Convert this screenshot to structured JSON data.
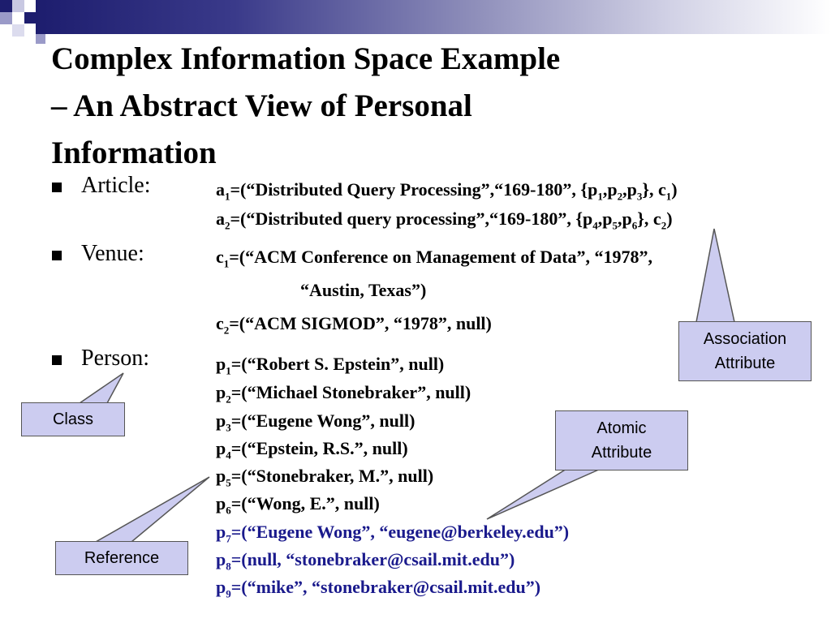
{
  "title": {
    "line1": "Complex Information Space Example",
    "line2": "– An Abstract View of  Personal",
    "line3": "Information"
  },
  "sections": {
    "article": {
      "label": "Article:"
    },
    "venue": {
      "label": "Venue:"
    },
    "person": {
      "label": "Person:"
    }
  },
  "article": {
    "a1": {
      "var": "a",
      "sub": "1",
      "pre": "=(“Distributed Query Processing”,“169-180”, {p",
      "s1": "1",
      "c1": ",p",
      "s2": "2",
      "c2": ",p",
      "s3": "3",
      "c3": "}, c",
      "s4": "1",
      "end": ")"
    },
    "a2": {
      "var": "a",
      "sub": "2",
      "pre": "=(“Distributed query processing”,“169-180”, {p",
      "s1": "4",
      "c1": ",p",
      "s2": "5",
      "c2": ",p",
      "s3": "6",
      "c3": "}, c",
      "s4": "2",
      "end": ")"
    }
  },
  "venue": {
    "c1": {
      "var": "c",
      "sub": "1",
      "text": "=(“ACM Conference on Management of  Data”,  “1978”,",
      "cont": "“Austin, Texas”)"
    },
    "c2": {
      "var": "c",
      "sub": "2",
      "text": "=(“ACM SIGMOD”, “1978”, null)"
    }
  },
  "persons": [
    {
      "var": "p",
      "sub": "1",
      "text": "=(“Robert S. Epstein”, null)"
    },
    {
      "var": "p",
      "sub": "2",
      "text": "=(“Michael Stonebraker”, null)"
    },
    {
      "var": "p",
      "sub": "3",
      "text": "=(“Eugene Wong”, null)"
    },
    {
      "var": "p",
      "sub": "4",
      "text": "=(“Epstein, R.S.”, null)"
    },
    {
      "var": "p",
      "sub": "5",
      "text": "=(“Stonebraker, M.”, null)"
    },
    {
      "var": "p",
      "sub": "6",
      "text": "=(“Wong, E.”, null)"
    },
    {
      "var": "p",
      "sub": "7",
      "text": "=(“Eugene Wong”, “eugene@berkeley.edu”)"
    },
    {
      "var": "p",
      "sub": "8",
      "text": "=(null, “stonebraker@csail.mit.edu”)"
    },
    {
      "var": "p",
      "sub": "9",
      "text": "=(“mike”, “stonebraker@csail.mit.edu”)"
    }
  ],
  "callouts": {
    "association": {
      "line1": "Association",
      "line2": "Attribute"
    },
    "class": {
      "label": "Class"
    },
    "atomic": {
      "line1": "Atomic",
      "line2": "Attribute"
    },
    "reference": {
      "label": "Reference"
    }
  },
  "colors": {
    "callout_fill": "#ccccf0",
    "blue_text": "#1a1a8c",
    "bar_dark": "#1d1d6e"
  }
}
